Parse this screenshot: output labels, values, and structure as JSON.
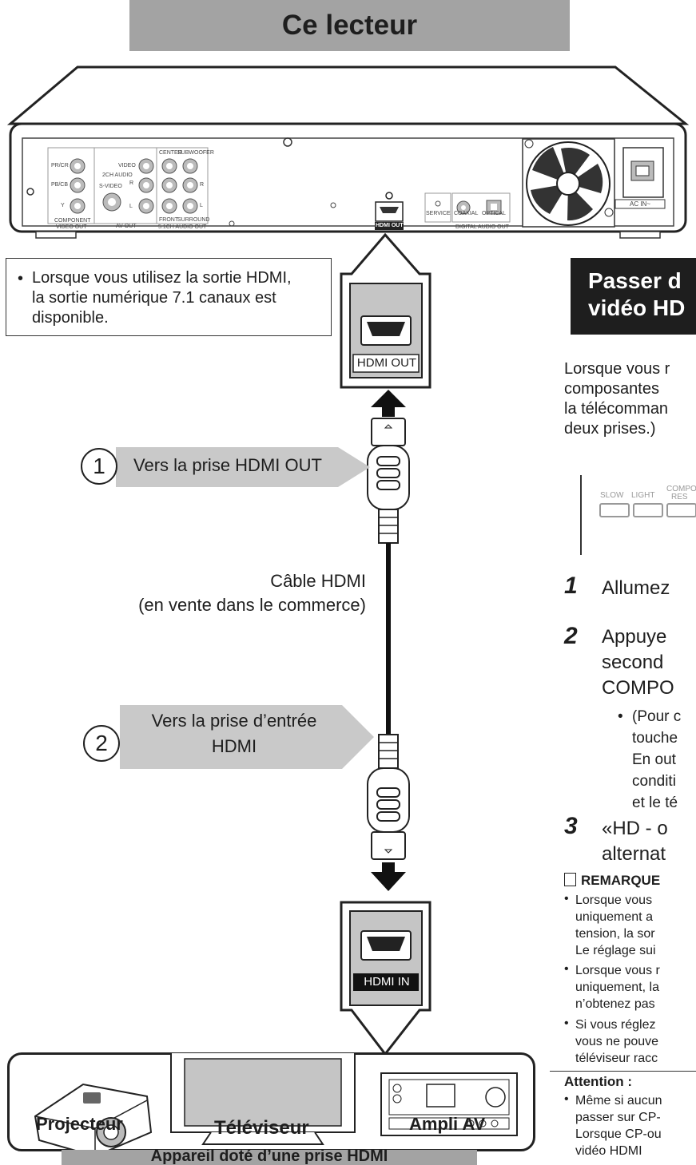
{
  "player_banner": "Ce lecteur",
  "device_banner": "Appareil doté d’une prise HDMI",
  "hdmi_note": [
    "Lorsque vous utilisez la sortie HDMI,",
    "la sortie numérique 7.1 canaux est",
    "disponible."
  ],
  "hdmi_out_label": "HDMI OUT",
  "hdmi_in_label": "HDMI IN",
  "step1_num": "1",
  "step1_label": "Vers la prise HDMI OUT",
  "step2_num": "2",
  "step2_label": [
    "Vers la prise d’entrée",
    "HDMI"
  ],
  "cable_label": [
    "Câble HDMI",
    "(en vente dans le commerce)"
  ],
  "devices": {
    "projector": "Projecteur",
    "tv": "Téléviseur",
    "amp": "Ampli AV"
  },
  "panel_labels": {
    "pr_cr": "PR/CR",
    "pb_cb": "PB/CB",
    "y": "Y",
    "component": "COMPONENT",
    "video_out": "VIDEO OUT",
    "video": "VIDEO",
    "ch2_audio": "2CH AUDIO",
    "svideo": "S-VIDEO",
    "r": "R",
    "l": "L",
    "av_out": "AV OUT",
    "center": "CENTER",
    "subwoofer": "SUBWOOFER",
    "front": "FRONT",
    "surround": "SURROUND",
    "ch51_audio_out": "5.1CH AUDIO OUT",
    "hdmi_out": "HDMI OUT",
    "service": "SERVICE",
    "coaxial": "COAXIAL",
    "optical": "OPTICAL",
    "digital_audio_out": "DIGITAL AUDIO OUT",
    "ac_in": "AC IN~"
  },
  "right_title": [
    "Passer d",
    "vidéo HD"
  ],
  "intro": [
    "Lorsque vous r",
    "composantes",
    "la télécomman",
    "deux prises.)"
  ],
  "remote_buttons": {
    "slow": "SLOW",
    "light": "LIGHT",
    "compo": "COMPO",
    "res": "RES"
  },
  "steps": [
    {
      "num": "1",
      "lines": [
        "Allumez"
      ]
    },
    {
      "num": "2",
      "lines": [
        "Appuye",
        "second",
        "COMPO"
      ]
    },
    {
      "num": "3",
      "lines": [
        "«HD - o",
        "alternat"
      ]
    }
  ],
  "step2_sub": [
    "(Pour c",
    "touche",
    "En out",
    "conditi",
    "et le té"
  ],
  "remarque_title": "REMARQUE",
  "remarques": [
    [
      "Lorsque vous",
      "uniquement a",
      "tension, la sor",
      "Le réglage sui"
    ],
    [
      "Lorsque vous r",
      "uniquement, la",
      "n’obtenez pas"
    ],
    [
      "Si vous réglez",
      "vous ne pouve",
      "téléviseur racc"
    ]
  ],
  "attention_title": "Attention :",
  "attention": [
    "Même si aucun",
    "passer sur CP-",
    "Lorsque CP-ou",
    "vidéo HDMI"
  ]
}
